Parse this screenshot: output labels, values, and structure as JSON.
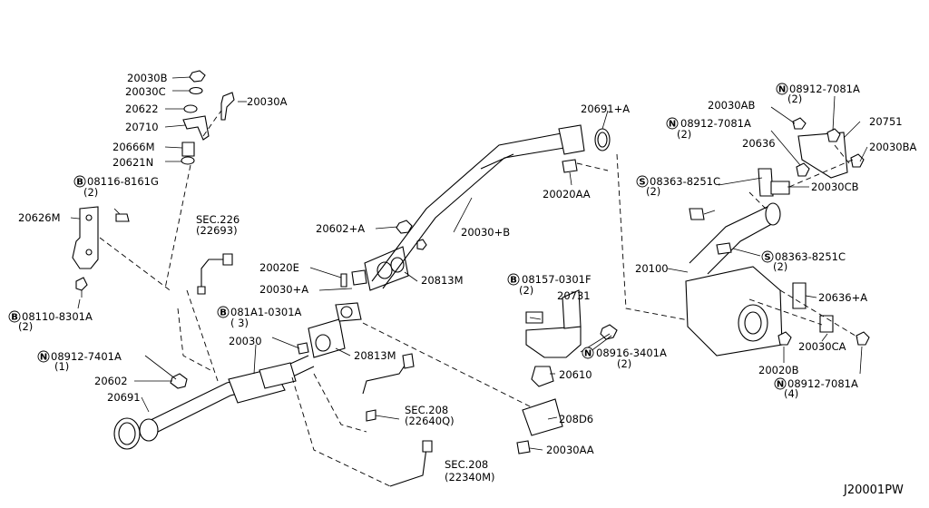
{
  "diagram_code": "J20001PW",
  "labels": {
    "p20030B": "20030B",
    "p20030C": "20030C",
    "p20030A": "20030A",
    "p20622": "20622",
    "p20710": "20710",
    "p20666M": "20666M",
    "p20621N": "20621N",
    "b08116": "08116-8161G",
    "b08116_qty": "(2)",
    "p20626M": "20626M",
    "b08110": "08110-8301A",
    "b08110_qty": "(2)",
    "sec226": "SEC.226",
    "sec226_ref": "(22693)",
    "p20602A": "20602+A",
    "p20020E": "20020E",
    "p20030A_plus": "20030+A",
    "b081A1": "081A1-0301A",
    "b081A1_qty": "( 3)",
    "p20030": "20030",
    "n08912_7401A": "08912-7401A",
    "n08912_7401A_qty": "(1)",
    "p20602": "20602",
    "p20691": "20691",
    "p20813M_a": "20813M",
    "p20813M_b": "20813M",
    "sec208a": "SEC.208",
    "sec208a_ref": "(22640Q)",
    "sec208b": "SEC.208",
    "sec208b_ref": "(22340M)",
    "p20691A": "20691+A",
    "p20020AA": "20020AA",
    "p20030B_plus": "20030+B",
    "b08157": "08157-0301F",
    "b08157_qty": "(2)",
    "p20731": "20731",
    "n08916": "08916-3401A",
    "n08916_qty": "(2)",
    "p20610": "20610",
    "p208D6": "208D6",
    "p20030AA": "20030AA",
    "n08912_7081A_top": "08912-7081A",
    "n08912_7081A_top_qty": "(2)",
    "p20030AB": "20030AB",
    "n08912_7081A_mid": "08912-7081A",
    "n08912_7081A_mid_qty": "(2)",
    "p20751": "20751",
    "p20636": "20636",
    "p20030BA": "20030BA",
    "s08363_a": "08363-8251C",
    "s08363_a_qty": "(2)",
    "p20030CB": "20030CB",
    "s08363_b": "08363-8251C",
    "s08363_b_qty": "(2)",
    "p20100": "20100",
    "p20636A": "20636+A",
    "p20030CA": "20030CA",
    "p20020B": "20020B",
    "n08912_7081A_bot": "08912-7081A",
    "n08912_7081A_bot_qty": "(4)"
  },
  "circle_markers": {
    "bolt": "B",
    "nut": "N",
    "screw": "S"
  }
}
